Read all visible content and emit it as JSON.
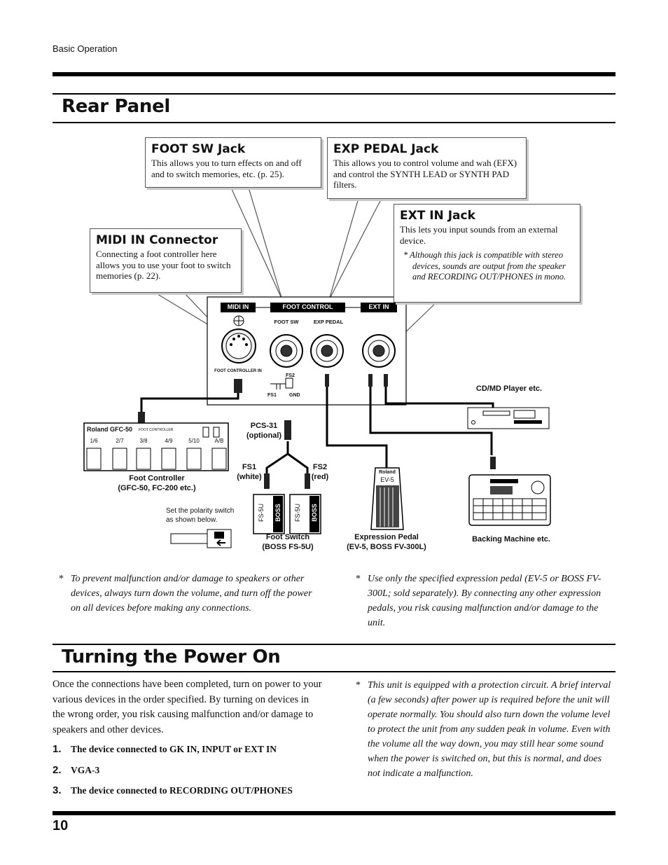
{
  "header": {
    "section": "Basic Operation"
  },
  "rear_panel": {
    "title": "Rear Panel",
    "callouts": {
      "foot_sw": {
        "title": "FOOT SW Jack",
        "text": "This allows you to turn effects on and off and to switch memories, etc. (p. 25)."
      },
      "exp_pedal": {
        "title": "EXP PEDAL Jack",
        "text": "This allows you to control volume and wah (EFX) and control the SYNTH LEAD or SYNTH PAD filters."
      },
      "ext_in": {
        "title": "EXT IN Jack",
        "text": "This lets you input sounds from an external device.",
        "note": "*  Although this jack is compatible with stereo devices, sounds are output from the speaker and RECORDING OUT/PHONES in mono."
      },
      "midi_in": {
        "title": "MIDI IN Connector",
        "text": "Connecting a foot controller here allows you to use your foot to switch memories (p. 22)."
      }
    },
    "panel_labels": {
      "midi_in": "MIDI IN",
      "foot_control": "FOOT CONTROL",
      "ext_in": "EXT IN",
      "foot_sw": "FOOT SW",
      "exp_pedal": "EXP PEDAL",
      "foot_controller_in": "FOOT CONTROLLER IN",
      "fs2": "FS2",
      "fs1": "FS1",
      "gnd": "GND"
    },
    "devices": {
      "cdmd": "CD/MD Player etc.",
      "pcs31": "PCS-31\n(optional)",
      "fs1": "FS1\n(white)",
      "fs2": "FS2\n(red)",
      "foot_controller": "Foot Controller\n(GFC-50, FC-200 etc.)",
      "polarity": "Set the polarity switch\nas shown below.",
      "foot_switch": "Foot Switch\n(BOSS FS-5U)",
      "expression_pedal": "Expression Pedal\n(EV-5, BOSS FV-300L)",
      "backing_machine": "Backing Machine etc.",
      "gfc_brand": "Roland GFC-50",
      "gfc_sub": "FOOT CONTROLLER",
      "gfc_buttons": [
        "1/6",
        "2/7",
        "3/8",
        "4/9",
        "5/10",
        "A/B"
      ],
      "ev5_brand": "Roland",
      "ev5_model": "EV-5",
      "fs5u_model": "FS-5U",
      "boss_brand": "BOSS"
    },
    "warnings": {
      "left": "To prevent malfunction and/or damage to speakers or other devices, always turn down the volume, and turn off the power on all devices before making any connections.",
      "right": "Use only the specified expression pedal (EV-5 or BOSS FV-300L; sold separately). By connecting any other expression pedals, you risk causing malfunction and/or damage to the unit."
    }
  },
  "power_on": {
    "title": "Turning the Power On",
    "intro": "Once the connections have been completed, turn on power to your various devices in the order specified. By turning on devices in the wrong order, you risk causing malfunction and/or damage to speakers and other devices.",
    "steps": [
      {
        "num": "1.",
        "text": "The device connected to GK IN, INPUT or EXT IN"
      },
      {
        "num": "2.",
        "text": "VGA-3"
      },
      {
        "num": "3.",
        "text": "The device connected to RECORDING OUT/PHONES"
      }
    ],
    "note": "This unit is equipped with a protection circuit. A brief interval (a few seconds) after power up is required before the unit will operate normally. You should also turn down the volume level to protect the unit from any sudden peak in volume. Even with the volume all the way down, you may still hear some sound when the power is switched on, but this is normal, and does not indicate a malfunction."
  },
  "footer": {
    "page_number": "10"
  }
}
